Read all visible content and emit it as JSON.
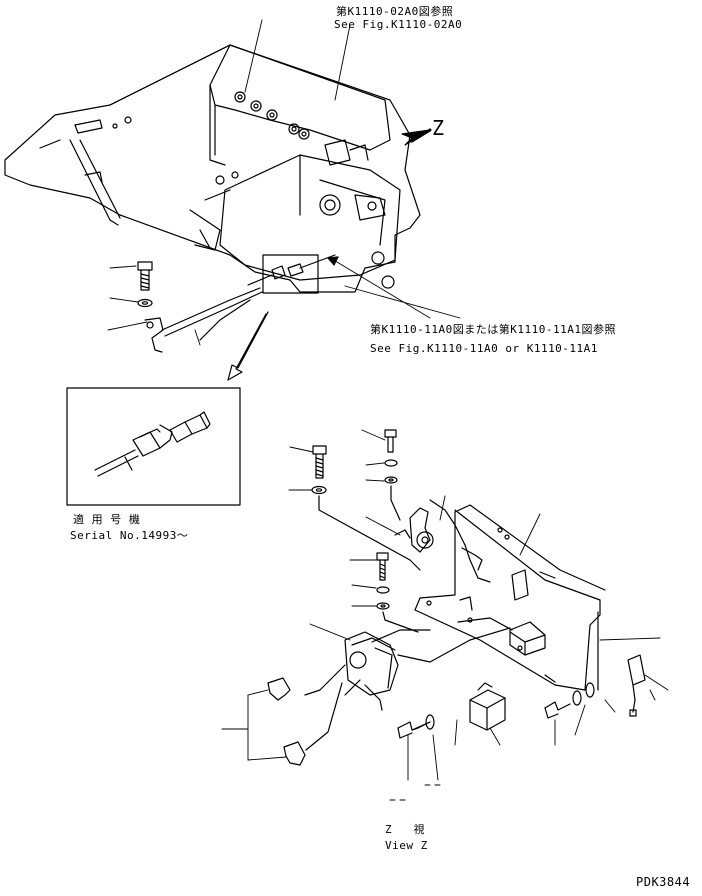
{
  "references": {
    "top_ref_jp": "第K1110-02A0図参照",
    "top_ref_en": "See Fig.K1110-02A0",
    "mid_ref_jp": "第K1110-11A0図または第K1110-11A1図参照",
    "mid_ref_en": "See Fig.K1110-11A0 or K1110-11A1"
  },
  "arrow_label": "Z",
  "serial": {
    "jp": "適 用 号 機",
    "en": "Serial No.14993～"
  },
  "view": {
    "jp": "Z   視",
    "en": "View Z"
  },
  "drawing_code": "PDK3844"
}
